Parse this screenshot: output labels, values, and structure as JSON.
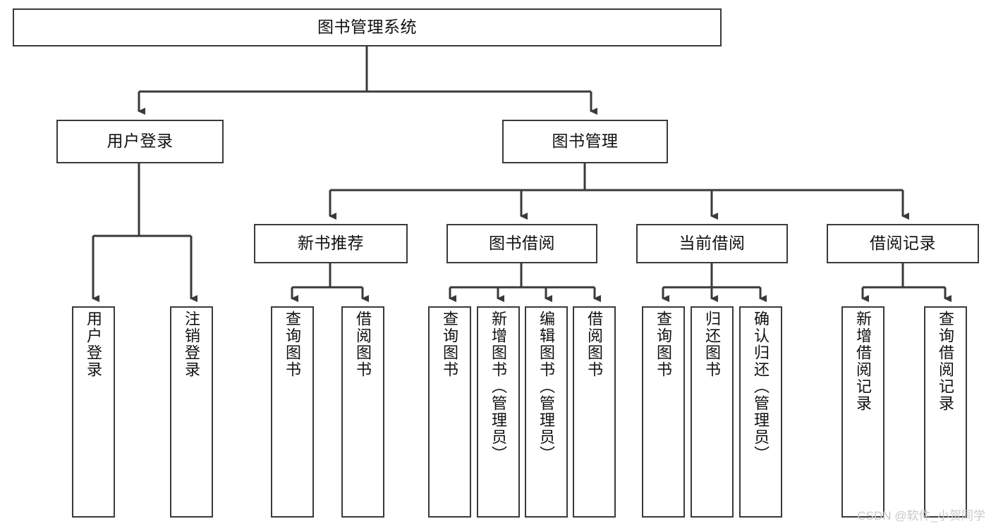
{
  "diagram": {
    "type": "tree-hierarchy",
    "title": "图书管理系统",
    "watermark": "CSDN @软件_小贺同学",
    "colors": {
      "box_border": "#3a3a3a",
      "box_fill": "#ffffff",
      "edge": "#3a3a3a",
      "text": "#111111",
      "watermark": "#c9c9c9",
      "background": "#ffffff"
    },
    "levels": {
      "root": {
        "label": "图书管理系统"
      },
      "level2": [
        {
          "label": "用户登录"
        },
        {
          "label": "图书管理"
        }
      ],
      "level3": [
        {
          "label": "新书推荐"
        },
        {
          "label": "图书借阅"
        },
        {
          "label": "当前借阅"
        },
        {
          "label": "借阅记录"
        }
      ],
      "leaves": {
        "user_login": [
          {
            "label": "用户登录"
          },
          {
            "label": "注销登录"
          }
        ],
        "new_book_recommend": [
          {
            "label": "查询图书"
          },
          {
            "label": "借阅图书"
          }
        ],
        "book_borrow": [
          {
            "label": "查询图书"
          },
          {
            "label": "新增图书（管理员）"
          },
          {
            "label": "编辑图书（管理员）"
          },
          {
            "label": "借阅图书"
          }
        ],
        "current_borrow": [
          {
            "label": "查询图书"
          },
          {
            "label": "归还图书"
          },
          {
            "label": "确认归还（管理员）"
          }
        ],
        "borrow_record": [
          {
            "label": "新增借阅记录"
          },
          {
            "label": "查询借阅记录"
          }
        ]
      }
    }
  }
}
